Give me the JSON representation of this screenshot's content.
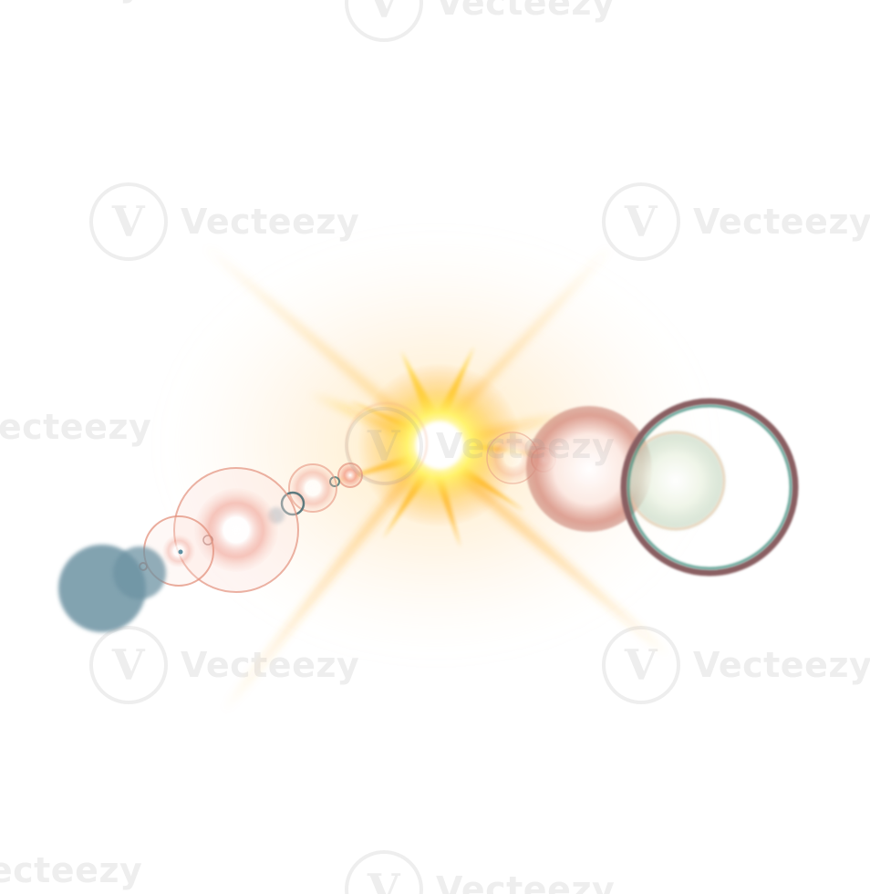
{
  "image": {
    "background": "#ffffff",
    "subject": "lens-flare",
    "colors": {
      "core": "#ffffff",
      "glow": "#ffd43a",
      "ray": "#ffb020",
      "pink_ring": "#d88a78",
      "teal_disc": "#6d93a3",
      "ring_outer": "#7a5a5a",
      "ring_inner": "#3f8f7e"
    }
  },
  "watermark": {
    "text": "Vecteezy",
    "logo_glyph": "V"
  }
}
